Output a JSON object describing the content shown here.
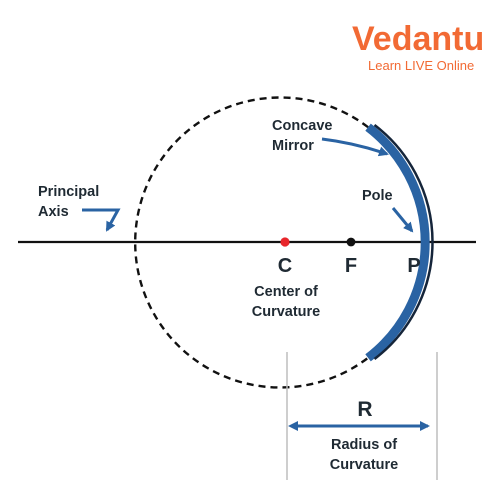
{
  "brand": {
    "name": "Vedantu",
    "tagline": "Learn LIVE Online",
    "color": "#f26a34"
  },
  "labels": {
    "concave_mirror_line1": "Concave",
    "concave_mirror_line2": "Mirror",
    "principal_axis_line1": "Principal",
    "principal_axis_line2": "Axis",
    "pole": "Pole",
    "point_c": "C",
    "point_f": "F",
    "point_p": "P",
    "center_line1": "Center of",
    "center_line2": "Curvature",
    "radius_symbol": "R",
    "radius_line1": "Radius of",
    "radius_line2": "Curvature"
  },
  "colors": {
    "mirror": "#2a63a3",
    "mirror_back": "#15253a",
    "arrow": "#2a63a3",
    "center_point": "#e8262b",
    "focus_point": "#111111",
    "line": "#111111",
    "text": "#1f2a33",
    "guide": "#bdbdbd"
  }
}
